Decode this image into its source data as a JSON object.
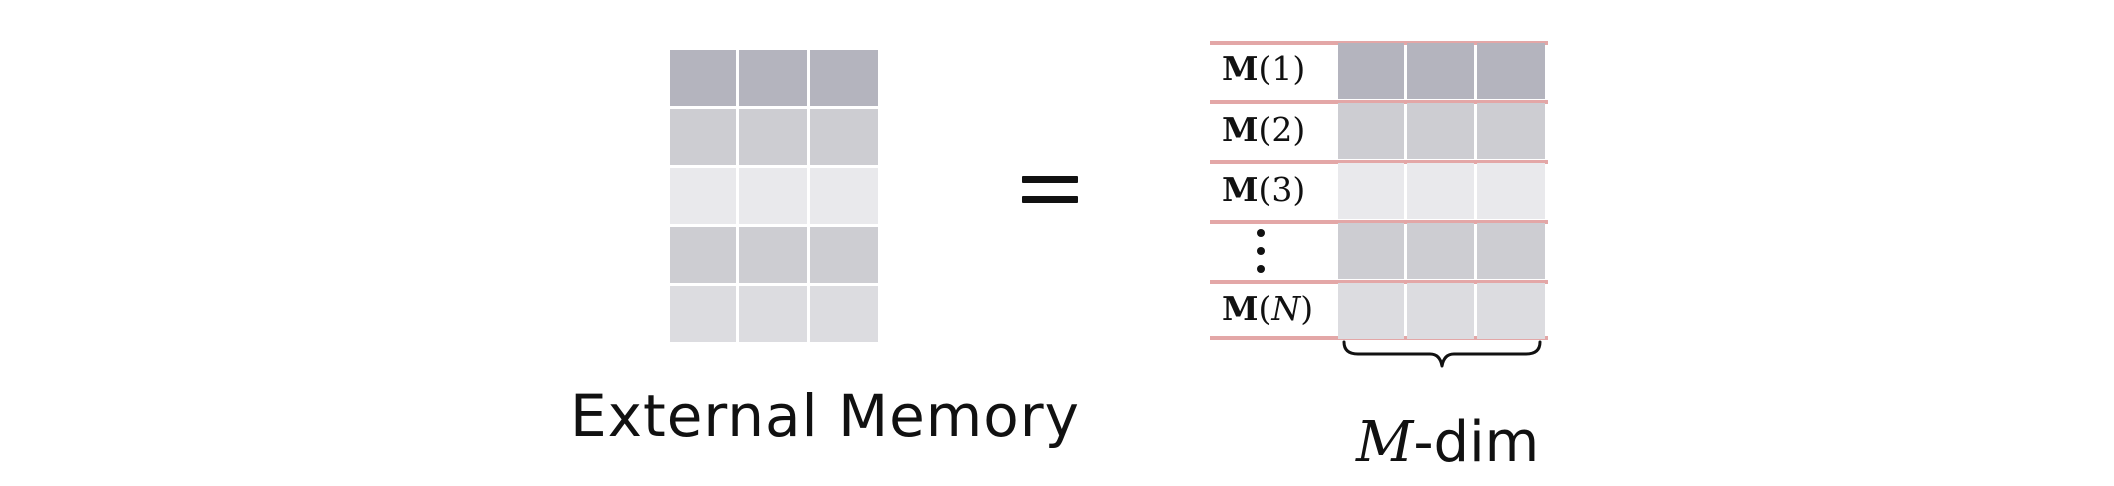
{
  "left_caption": "External Memory",
  "equals_symbol": "=",
  "rows": [
    {
      "bold": "M",
      "open": "(",
      "index": "1",
      "index_italic": false,
      "close": ")"
    },
    {
      "bold": "M",
      "open": "(",
      "index": "2",
      "index_italic": false,
      "close": ")"
    },
    {
      "bold": "M",
      "open": "(",
      "index": "3",
      "index_italic": false,
      "close": ")"
    },
    {
      "ellipsis": true
    },
    {
      "bold": "M",
      "open": "(",
      "index": "N",
      "index_italic": true,
      "close": ")"
    }
  ],
  "right_caption": {
    "var": "M",
    "rest": "-dim"
  },
  "colors": {
    "row_dark": "#b4b4be",
    "row_mid": "#cdcdd2",
    "row_light": "#e9e9ec",
    "row_mid2": "#cdcdd2",
    "row_pale": "#dcdce0",
    "separator": "#e3a7a7",
    "ink": "#111111"
  }
}
